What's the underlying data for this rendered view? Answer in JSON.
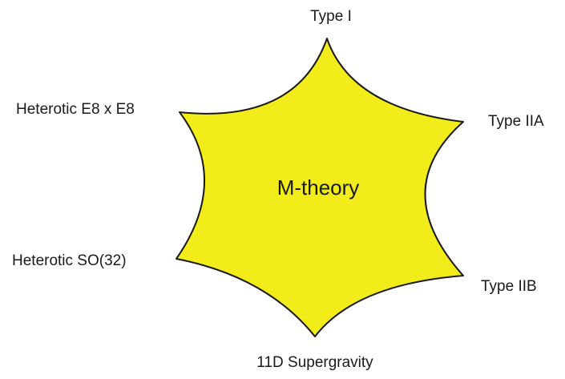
{
  "diagram": {
    "center_label": "M-theory",
    "shape_fill": "#f2ec1b",
    "shape_stroke": "#1a1a1a",
    "vertices": [
      {
        "id": "type-i",
        "label": "Type I"
      },
      {
        "id": "type-iia",
        "label": "Type IIA"
      },
      {
        "id": "type-iib",
        "label": "Type IIB"
      },
      {
        "id": "11d-supergravity",
        "label": "11D Supergravity"
      },
      {
        "id": "heterotic-so32",
        "label": "Heterotic SO(32)"
      },
      {
        "id": "heterotic-e8xe8",
        "label": "Heterotic E8 x E8"
      }
    ]
  }
}
